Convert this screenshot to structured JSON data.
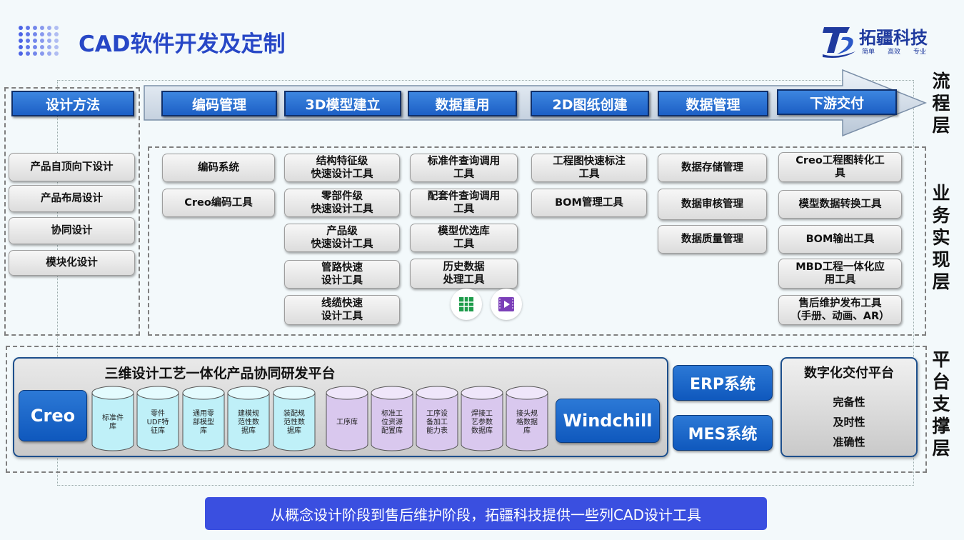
{
  "header": {
    "title": "CAD软件开发及定制",
    "logo_name": "拓疆科技",
    "logo_tags": [
      "简单",
      "高效",
      "专业"
    ]
  },
  "layers": {
    "process": "流\n程\n层",
    "business": "业\n务\n实\n现\n层",
    "platform": "平\n台\n支\n撑\n层"
  },
  "process_steps": [
    "设计方法",
    "编码管理",
    "3D模型建立",
    "数据重用",
    "2D图纸创建",
    "数据管理",
    "下游交付"
  ],
  "design_methods": [
    "产品自顶向下设计",
    "产品布局设计",
    "协同设计",
    "模块化设计"
  ],
  "business_tools": {
    "coding": [
      "编码系统",
      "Creo编码工具"
    ],
    "model": [
      "结构特征级\n快速设计工具",
      "零部件级\n快速设计工具",
      "产品级\n快速设计工具",
      "管路快速\n设计工具",
      "线缆快速\n设计工具"
    ],
    "reuse": [
      "标准件查询调用\n工具",
      "配套件查询调用\n工具",
      "模型优选库\n工具",
      "历史数据\n处理工具"
    ],
    "drawing": [
      "工程图快速标注\n工具",
      "BOM管理工具"
    ],
    "data": [
      "数据存储管理",
      "数据审核管理",
      "数据质量管理"
    ],
    "delivery": [
      "Creo工程图转化工\n具",
      "模型数据转换工具",
      "BOM输出工具",
      "MBD工程一体化应\n用工具",
      "售后维护发布工具\n（手册、动画、AR）"
    ]
  },
  "platform": {
    "title": "三维设计工艺一体化产品协同研发平台",
    "left_system": "Creo",
    "right_system": "Windchill",
    "blue_libs": [
      "标准件\n库",
      "零件\nUDF特\n征库",
      "通用零\n部模型\n库",
      "建模规\n范性数\n据库",
      "装配规\n范性数\n据库"
    ],
    "purple_libs": [
      "工序库",
      "标准工\n位资源\n配置库",
      "工序设\n备加工\n能力表",
      "焊接工\n艺参数\n数据库",
      "接头规\n格数据\n库"
    ],
    "erp": "ERP系统",
    "mes": "MES系统",
    "digital_title": "数字化交付平台",
    "digital_items": [
      "完备性",
      "及时性",
      "准确性"
    ]
  },
  "footer": "从概念设计阶段到售后维护阶段，拓疆科技提供一些列CAD设计工具",
  "colors": {
    "title_blue": "#2747c6",
    "button_blue": "#1c5fc5",
    "cylinder_blue": "#bff0f8",
    "cylinder_purple": "#d9c8ee",
    "footer_bg": "#3a4fe0"
  }
}
